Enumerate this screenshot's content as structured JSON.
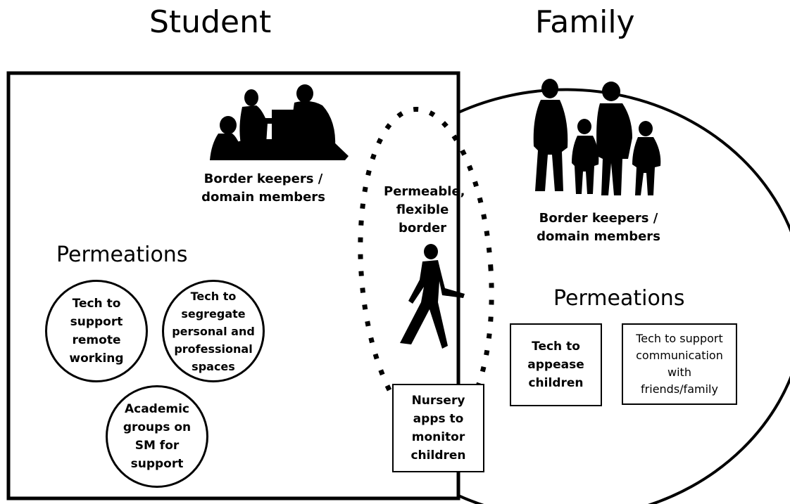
{
  "domains": {
    "student": {
      "title": "Student"
    },
    "family": {
      "title": "Family"
    }
  },
  "student_domain": {
    "border_keepers": "Border keepers /\ndomain members",
    "permeations_heading": "Permeations",
    "permeations": [
      "Tech to\nsupport\nremote\nworking",
      "Tech to\nsegregate\npersonal and\nprofessional\nspaces",
      "Academic\ngroups on\nSM for\nsupport"
    ]
  },
  "border": {
    "label": "Permeable,\nflexible\nborder",
    "overlap_item": "Nursery\napps to\nmonitor\nchildren"
  },
  "family_domain": {
    "border_keepers": "Border keepers /\ndomain members",
    "permeations_heading": "Permeations",
    "permeations": [
      "Tech to\nappease\nchildren",
      "Tech to support\ncommunication\nwith\nfriends/family"
    ]
  },
  "colors": {
    "ink": "#000000",
    "background": "#ffffff"
  },
  "icons": [
    "office-workers-silhouette-icon",
    "family-silhouette-icon",
    "walking-person-icon"
  ]
}
